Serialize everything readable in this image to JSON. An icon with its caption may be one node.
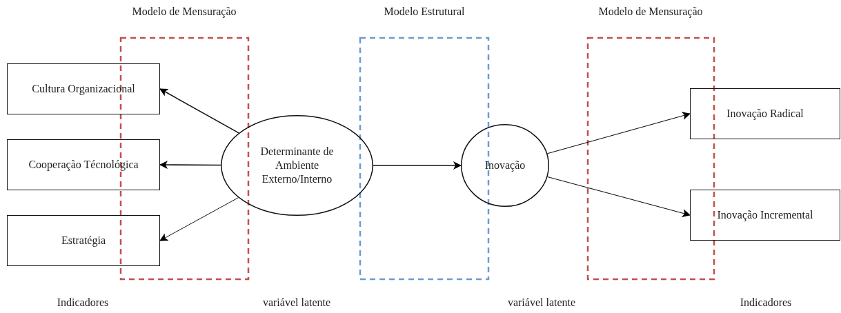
{
  "diagram": {
    "nodes": [
      {
        "text": [
          "Cultura Organizacional"
        ]
      },
      {
        "text": [
          "Cooperação Técnológica"
        ]
      },
      {
        "text": [
          "Estratégia"
        ]
      },
      {
        "text": [
          "Determinante de Ambiente Externo/Interno"
        ]
      },
      {
        "text": [
          "Inovação"
        ]
      },
      {
        "text": [
          "Inovação Radical"
        ]
      },
      {
        "text": [
          "Inovação Incremental"
        ]
      }
    ],
    "edges": [
      {
        "from": 3,
        "to": 0,
        "arrow": "to"
      },
      {
        "from": 3,
        "to": 1,
        "arrow": "to"
      },
      {
        "from": 3,
        "to": 2,
        "arrow": "to"
      },
      {
        "from": 3,
        "to": 4,
        "arrow": "to"
      },
      {
        "from": 4,
        "to": 5,
        "arrow": "to"
      },
      {
        "from": 4,
        "to": 6,
        "arrow": "to"
      }
    ],
    "labels": [
      "Modelo de Mensuração",
      "Modelo Estrutural",
      "Modelo de Mensuração",
      "Indicadores",
      "variável latente",
      "variável latente",
      "Indicadores"
    ]
  }
}
